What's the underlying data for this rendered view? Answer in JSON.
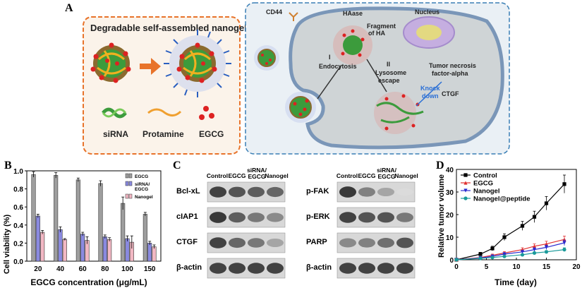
{
  "panel_letters": {
    "a": "A",
    "b": "B",
    "c": "C",
    "d": "D"
  },
  "panel_a": {
    "left_title": "Degradable self-assembled nanogel",
    "legend": {
      "sirna": "siRNA",
      "protamine": "Protamine",
      "egcg": "EGCG"
    },
    "cell_labels": {
      "cd44": "CD44",
      "haase": "HAase",
      "fragment_1": "Fragment",
      "fragment_2": "of HA",
      "nucleus": "Nucleus",
      "step1_num": "I",
      "step1": "Endocytosis",
      "step2_num": "II",
      "step2_a": "Lysosome",
      "step2_b": "escape",
      "tnf_1": "Tumor necrosis",
      "tnf_2": "factor-alpha",
      "knock_1": "Knock",
      "knock_2": "down",
      "ctgf": "CTGF"
    },
    "colors": {
      "left_border": "#e8732a",
      "right_border": "#3a7fb5",
      "right_bg": "#dbe6ef",
      "knock": "#2a6fd6"
    }
  },
  "chart_data": [
    {
      "type": "bar",
      "panel": "B",
      "categories": [
        "20",
        "40",
        "60",
        "80",
        "100",
        "150"
      ],
      "series": [
        {
          "name": "EGCG",
          "values": [
            0.96,
            0.95,
            0.9,
            0.86,
            0.64,
            0.52
          ],
          "errors": [
            0.03,
            0.03,
            0.02,
            0.03,
            0.07,
            0.02
          ],
          "color": "#9e9e9e"
        },
        {
          "name": "siRNA/ EGCG",
          "values": [
            0.5,
            0.35,
            0.3,
            0.27,
            0.25,
            0.2
          ],
          "errors": [
            0.02,
            0.03,
            0.02,
            0.02,
            0.03,
            0.02
          ],
          "color": "#8a8ae0"
        },
        {
          "name": "Nanogel",
          "values": [
            0.32,
            0.24,
            0.23,
            0.24,
            0.21,
            0.16
          ],
          "errors": [
            0.02,
            0.01,
            0.04,
            0.02,
            0.07,
            0.02
          ],
          "color": "#f2b8c4"
        }
      ],
      "xlabel": "EGCG concentration (μg/mL)",
      "ylabel": "Cell viability (%)",
      "ylim": [
        0,
        1.0
      ],
      "yticks": [
        "0.0",
        "0.2",
        "0.4",
        "0.6",
        "0.8",
        "1.0"
      ],
      "legend_position": "top-right"
    },
    {
      "type": "line",
      "panel": "D",
      "x": [
        0,
        4,
        6,
        8,
        11,
        13,
        15,
        18
      ],
      "series": [
        {
          "name": "Control",
          "values": [
            0,
            2.5,
            5,
            10,
            15,
            19,
            25,
            33.5
          ],
          "errors": [
            0,
            0.8,
            1,
            1.5,
            2,
            2.5,
            3,
            4
          ],
          "color": "#000000",
          "marker": "square"
        },
        {
          "name": "EGCG",
          "values": [
            0,
            1,
            2,
            3,
            4.5,
            6,
            7,
            9
          ],
          "errors": [
            0,
            0.3,
            0.5,
            0.6,
            0.8,
            1,
            1.2,
            1.5
          ],
          "color": "#e03030",
          "marker": "triangle"
        },
        {
          "name": "Nanogel",
          "values": [
            0,
            0.8,
            1.5,
            2.5,
            3.5,
            4.5,
            5.5,
            7.5
          ],
          "errors": [
            0,
            0.3,
            0.4,
            0.5,
            0.6,
            0.8,
            1,
            1.2
          ],
          "color": "#2a2ad0",
          "marker": "triangle-down"
        },
        {
          "name": "Nanogel@peptide",
          "values": [
            0,
            0.6,
            1,
            1.5,
            2.2,
            3,
            3.5,
            4.5
          ],
          "errors": [
            0,
            0.2,
            0.3,
            0.3,
            0.4,
            0.5,
            0.6,
            0.8
          ],
          "color": "#1a9a9a",
          "marker": "circle"
        }
      ],
      "xlabel": "Time (day)",
      "ylabel": "Relative tumor volume",
      "xlim": [
        0,
        20
      ],
      "ylim": [
        0,
        40
      ],
      "xticks": [
        "0",
        "5",
        "10",
        "15",
        "20"
      ],
      "yticks": [
        "0",
        "10",
        "20",
        "30",
        "40"
      ],
      "legend_position": "top-left"
    }
  ],
  "panel_c": {
    "left_columns": [
      "Control",
      "EGCG",
      "siRNA/",
      "EGCG",
      "Nanogel"
    ],
    "left_rows": [
      "Bcl-xL",
      "cIAP1",
      "CTGF",
      "β-actin"
    ],
    "right_columns": [
      "Control",
      "EGCG",
      "siRNA/",
      "EGCG",
      "Nanogel"
    ],
    "right_rows": [
      "p-FAK",
      "p-ERK",
      "PARP",
      "β-actin"
    ]
  }
}
